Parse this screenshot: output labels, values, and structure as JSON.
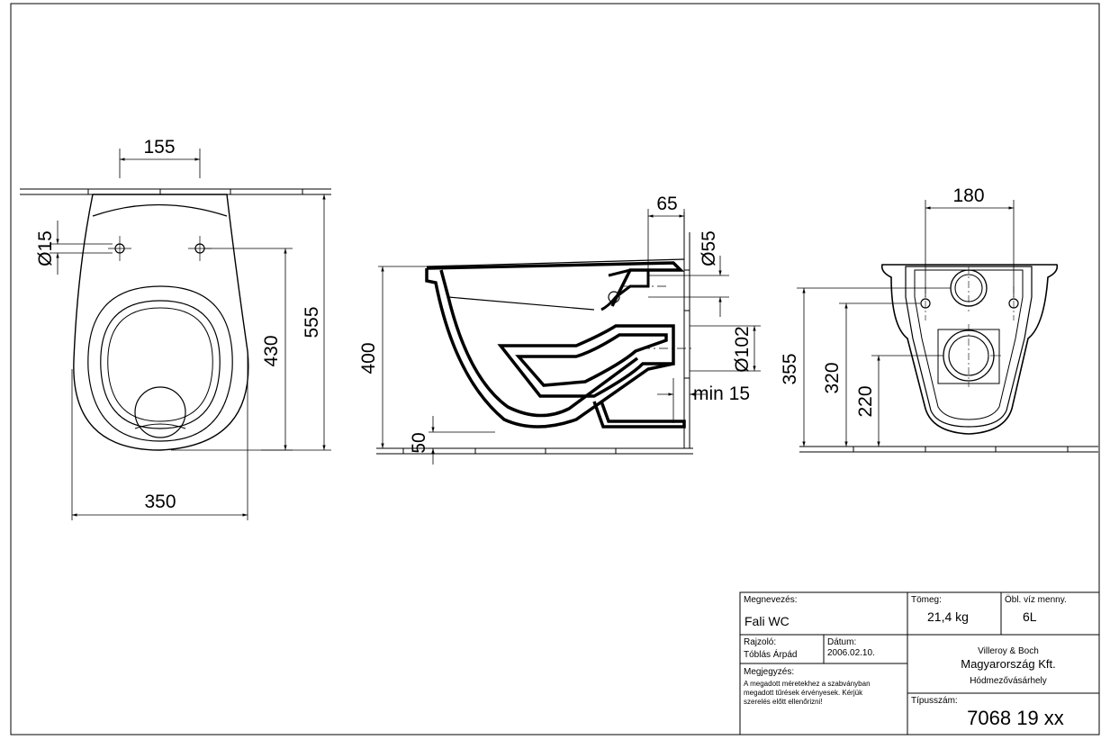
{
  "drawing": {
    "front_view": {
      "dim_width": "350",
      "dim_hole_spacing": "155",
      "dim_hole_diameter": "Ø15",
      "dim_height": "555",
      "dim_hole_to_bottom": "430"
    },
    "side_view": {
      "dim_height": "400",
      "dim_bottom_gap": "50",
      "dim_inlet_offset": "65",
      "dim_inlet_diameter": "Ø55",
      "dim_outlet_diameter": "Ø102",
      "dim_outlet_min": "min 15"
    },
    "rear_view": {
      "dim_hole_spacing": "180",
      "dim_height": "355",
      "dim_holes_height": "320",
      "dim_outlet_height": "220"
    }
  },
  "title_block": {
    "name_label": "Megnevezés:",
    "name_value": "Fali WC",
    "weight_label": "Tömeg:",
    "weight_value": "21,4 kg",
    "flush_label": "Öbl. víz menny.",
    "flush_value": "6L",
    "drawer_label": "Rajzoló:",
    "drawer_value": "Tóblás Árpád",
    "date_label": "Dátum:",
    "date_value": "2006.02.10.",
    "company_line1": "Villeroy  & Boch",
    "company_line2": "Magyarország Kft.",
    "company_line3": "Hódmezővásárhely",
    "note_label": "Megjegyzés:",
    "note_line1": "A megadott méretekhez a szabványban",
    "note_line2": "megadott tűrések érvényesek. Kérjük",
    "note_line3": "szerelés előtt ellenőrizni!",
    "type_label": "Típusszám:",
    "type_value": "7068 19 xx"
  }
}
